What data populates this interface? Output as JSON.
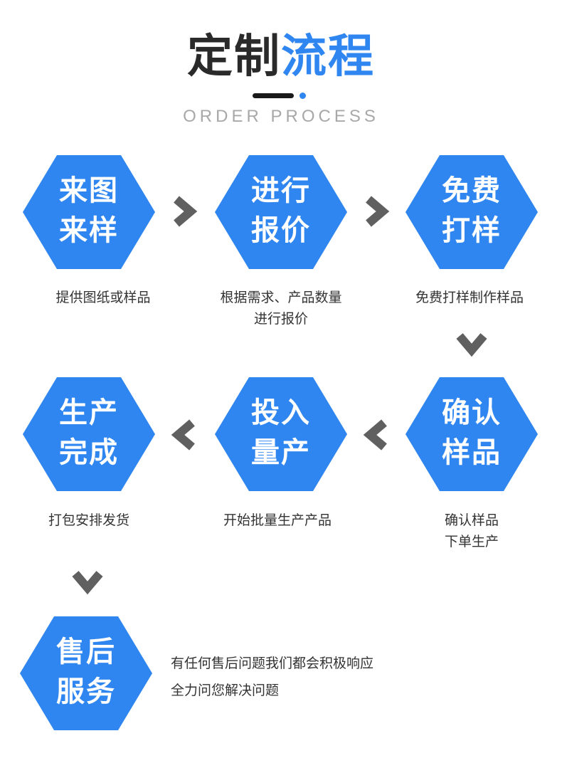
{
  "header": {
    "title_dark": "定制",
    "title_blue": "流程",
    "subtitle": "ORDER PROCESS"
  },
  "colors": {
    "accent": "#2f86f0",
    "arrow": "#606060",
    "title_dark": "#2a2a2a"
  },
  "steps": [
    {
      "line1": "来图",
      "line2": "来样",
      "desc1": "提供图纸或样品",
      "desc2": ""
    },
    {
      "line1": "进行",
      "line2": "报价",
      "desc1": "根据需求、产品数量",
      "desc2": "进行报价"
    },
    {
      "line1": "免费",
      "line2": "打样",
      "desc1": "免费打样制作样品",
      "desc2": ""
    },
    {
      "line1": "确认",
      "line2": "样品",
      "desc1": "确认样品",
      "desc2": "下单生产"
    },
    {
      "line1": "投入",
      "line2": "量产",
      "desc1": "开始批量生产产品",
      "desc2": ""
    },
    {
      "line1": "生产",
      "line2": "完成",
      "desc1": "打包安排发货",
      "desc2": ""
    },
    {
      "line1": "售后",
      "line2": "服务",
      "desc1": "有任何售后问题我们都会积极响应",
      "desc2": "全力问您解决问题"
    }
  ],
  "icons": {
    "right": "chevron-right-icon",
    "left": "chevron-left-icon",
    "down": "chevron-down-icon"
  }
}
